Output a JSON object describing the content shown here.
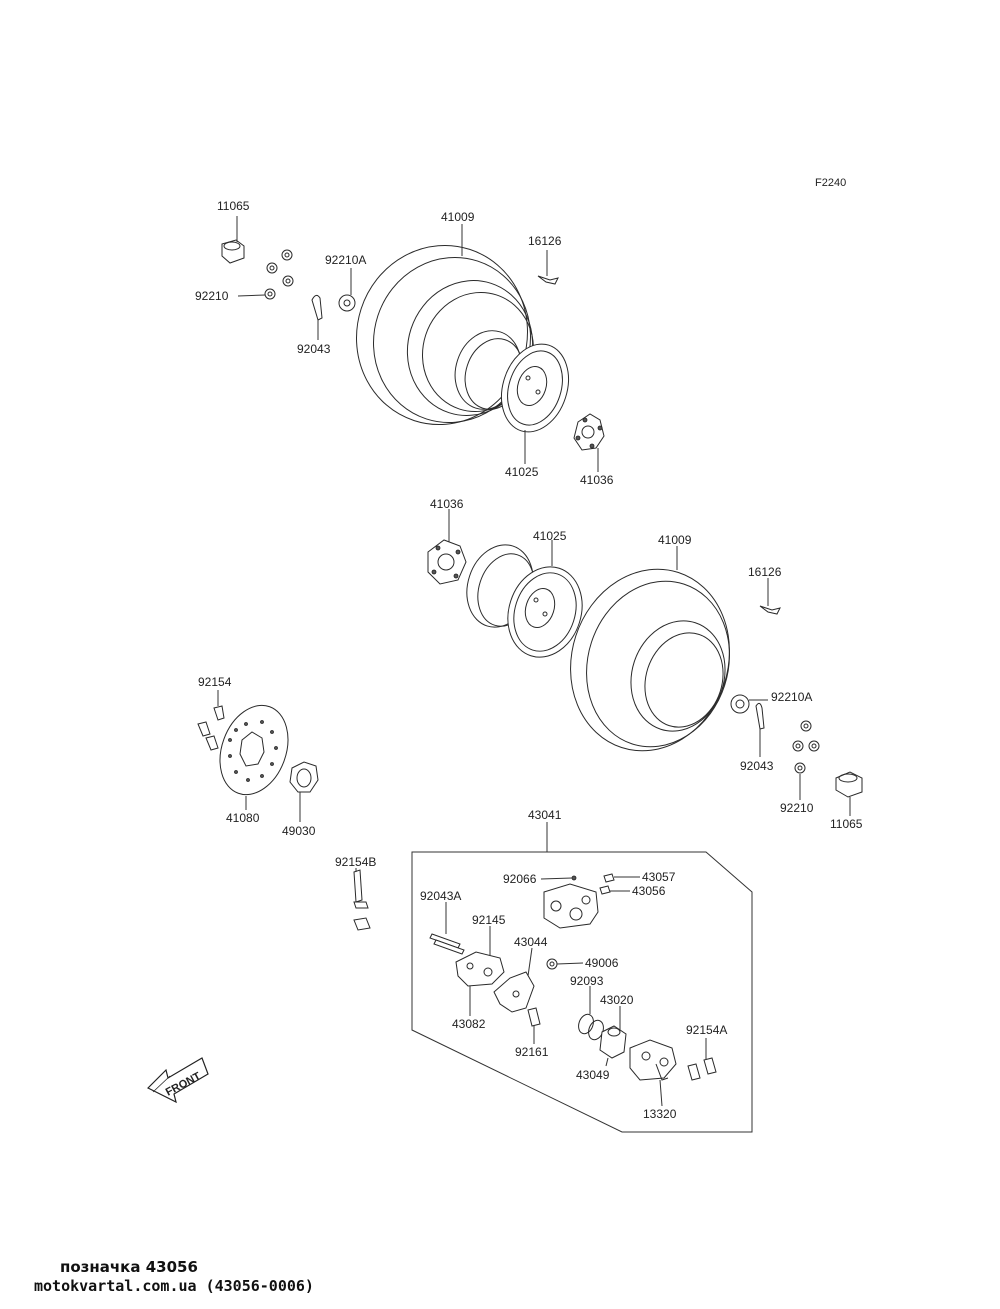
{
  "diagram": {
    "code": "F2240",
    "parts": {
      "p11065_top": "11065",
      "p41009_top": "41009",
      "p16126_top": "16126",
      "p92210A_top": "92210A",
      "p92210_top": "92210",
      "p92043_top": "92043",
      "p41025_top": "41025",
      "p41036_top": "41036",
      "p41036_mid": "41036",
      "p41025_mid": "41025",
      "p41009_mid": "41009",
      "p16126_mid": "16126",
      "p92210A_mid": "92210A",
      "p92043_mid": "92043",
      "p92210_mid": "92210",
      "p11065_mid": "11065",
      "p92154": "92154",
      "p41080": "41080",
      "p49030": "49030",
      "p43041": "43041",
      "p92154B": "92154B",
      "p92066": "92066",
      "p43057": "43057",
      "p43056": "43056",
      "p92043A": "92043A",
      "p92145": "92145",
      "p43044": "43044",
      "p49006": "49006",
      "p92093": "92093",
      "p43020": "43020",
      "p43082": "43082",
      "p92161": "92161",
      "p92154A": "92154A",
      "p43049": "43049",
      "p13320": "13320"
    },
    "front_label": "FRONT"
  },
  "footer": {
    "caption": "позначка 43056",
    "source": "motokvartal.com.ua (43056-0006)"
  }
}
